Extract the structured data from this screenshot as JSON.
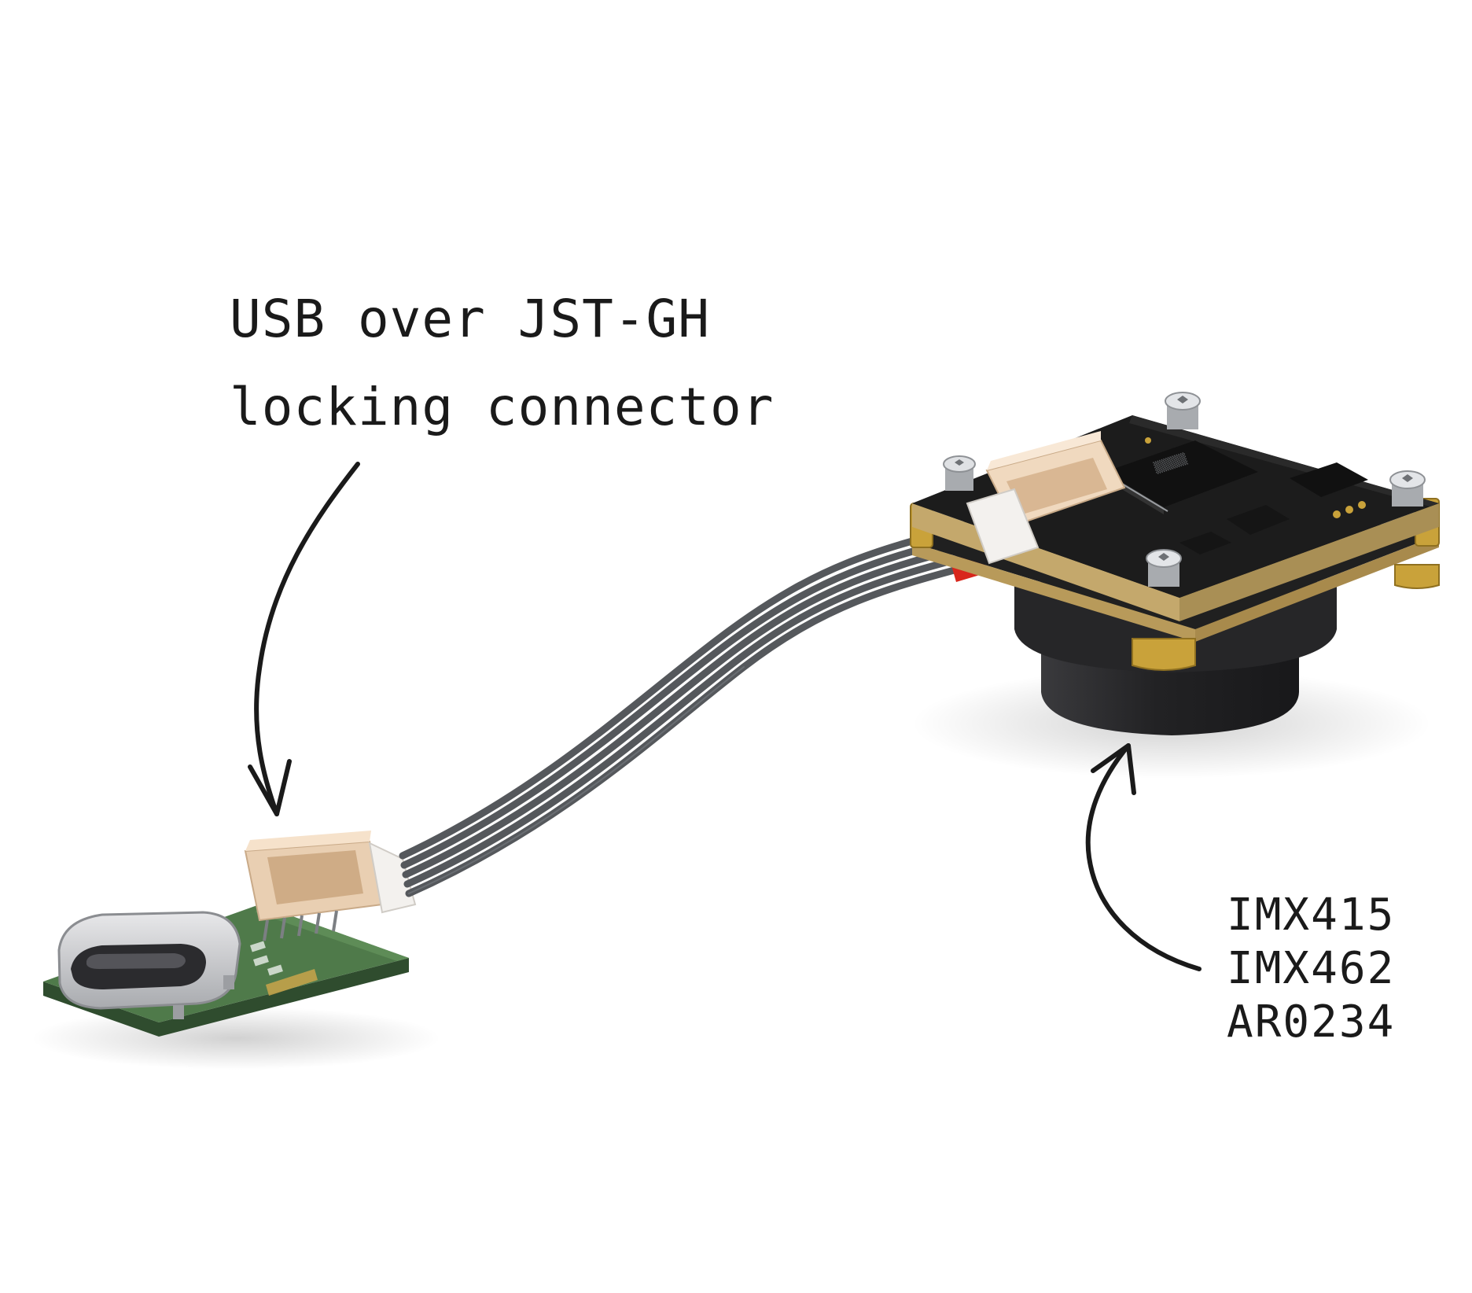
{
  "annotations": {
    "connector_label": [
      "USB over JST-GH",
      "locking connector"
    ],
    "sensor_models": [
      "IMX415",
      "IMX462",
      "AR0234"
    ]
  },
  "colors": {
    "background": "#ffffff",
    "ink": "#1a1a1a",
    "pcb_green": "#4f7a4a",
    "pcb_black": "#1c1c1c",
    "board_edge_gold": "#b89a5a",
    "connector_cream": "#f0d9bf",
    "cable_gray": "#55585c",
    "marker_red": "#d8261c",
    "lens_black": "#2a2a2c",
    "brass": "#c9a23a",
    "steel": "#c9cccf"
  },
  "icons": [
    "usb-c-port-icon",
    "jst-gh-connector-icon",
    "camera-module-icon",
    "arrow-icon"
  ]
}
